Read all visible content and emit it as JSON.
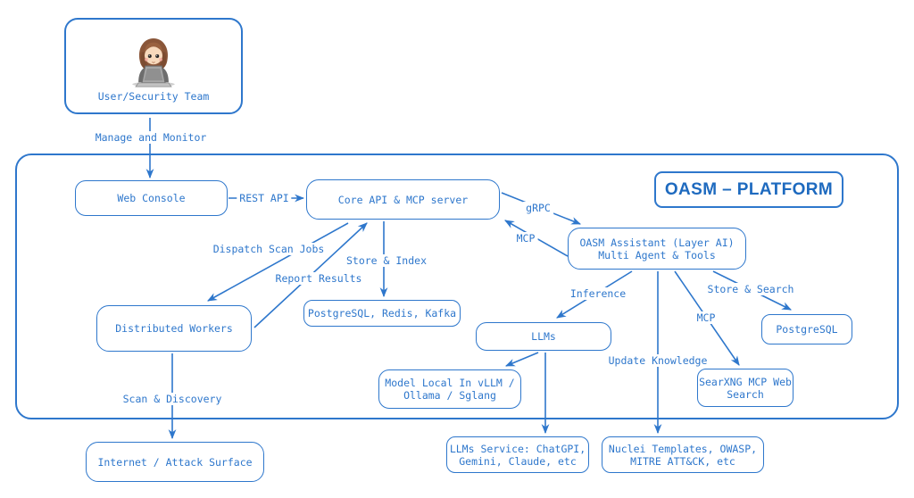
{
  "title": "OASM – PLATFORM",
  "colors": {
    "stroke": "#2e77cc",
    "ink": "#2e77cc",
    "title": "#1e6abf"
  },
  "icons": {
    "user_avatar": "user-at-laptop-avatar-icon"
  },
  "nodes": {
    "user_team": {
      "label": "User/Security Team"
    },
    "web_console": {
      "label": "Web Console"
    },
    "core_api": {
      "label": "Core API & MCP server"
    },
    "oasm_assistant": {
      "line1": "OASM Assistant (Layer AI)",
      "line2": "Multi Agent & Tools"
    },
    "distributed_workers": {
      "label": "Distributed Workers"
    },
    "datastores": {
      "label": "PostgreSQL, Redis, Kafka"
    },
    "llms": {
      "label": "LLMs"
    },
    "model_local": {
      "line1": "Model Local In vLLM /",
      "line2": "Ollama / Sglang"
    },
    "postgresql": {
      "label": "PostgreSQL"
    },
    "searxng": {
      "line1": "SearXNG MCP Web",
      "line2": "Search"
    },
    "internet": {
      "label": "Internet / Attack Surface"
    },
    "llms_service": {
      "line1": "LLMs Service: ChatGPI,",
      "line2": "Gemini, Claude, etc"
    },
    "nuclei": {
      "line1": "Nuclei Templates, OWASP,",
      "line2": "MITRE ATT&CK, etc"
    }
  },
  "edges": {
    "manage_monitor": "Manage and Monitor",
    "rest_api": "REST API",
    "grpc": "gRPC",
    "mcp_core": "MCP",
    "dispatch": "Dispatch Scan Jobs",
    "store_index": "Store & Index",
    "report_results": "Report Results",
    "inference": "Inference",
    "store_search": "Store & Search",
    "mcp_search": "MCP",
    "update_knowledge": "Update Knowledge",
    "scan_discovery": "Scan & Discovery"
  }
}
